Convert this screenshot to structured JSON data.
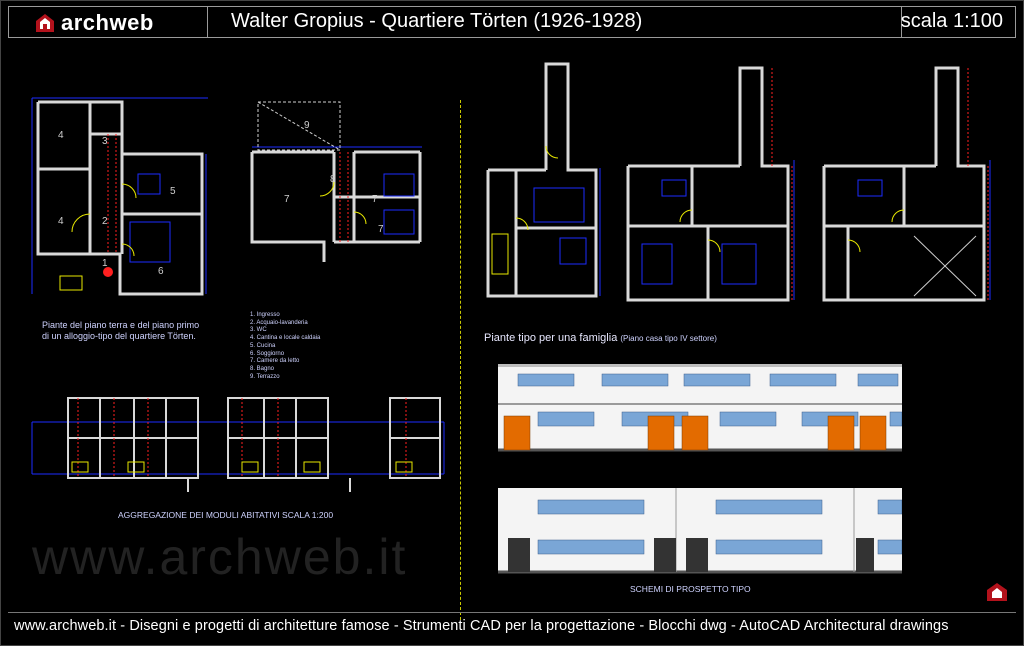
{
  "header": {
    "logo": "archweb",
    "title": "Walter Gropius - Quartiere Törten (1926-1928)",
    "scale": "scala 1:100"
  },
  "plans": {
    "room_numbers_left": [
      "4",
      "3",
      "4",
      "2",
      "5",
      "1",
      "6"
    ],
    "room_numbers_mid": [
      "9",
      "8",
      "7",
      "7",
      "7"
    ],
    "caption": [
      "Piante del piano terra e del piano primo",
      "di un alloggio-tipo del quartiere Törten."
    ],
    "legend": [
      "1. Ingresso",
      "2. Acquaio-lavanderia",
      "3. WC",
      "4. Cantina e locale caldaia",
      "5. Cucina",
      "6. Soggiorno",
      "7. Camere da letto",
      "8. Bagno",
      "9. Terrazzo"
    ]
  },
  "typical_plans": {
    "label": "Piante tipo per una famiglia",
    "sublabel": "(Piano casa tipo IV settore)"
  },
  "aggregation": {
    "label": "AGGREGAZIONE DEI MODULI ABITATIVI   SCALA 1:200"
  },
  "elevations": {
    "label": "SCHEMI DI PROSPETTO TIPO"
  },
  "watermark": "www.archweb.it",
  "footer": {
    "text": "www.archweb.it -   Disegni e progetti di architetture famose  -  Strumenti CAD  per la progettazione  -  Blocchi dwg - AutoCAD Architectural drawings"
  },
  "colors": {
    "background": "#000000",
    "wall": "#d9d9d9",
    "dimension": "#1b2cff",
    "hatch": "#ff2020",
    "door": "#e8e800",
    "facade_door": "#e36b00",
    "facade_window": "#7aa6d6"
  }
}
